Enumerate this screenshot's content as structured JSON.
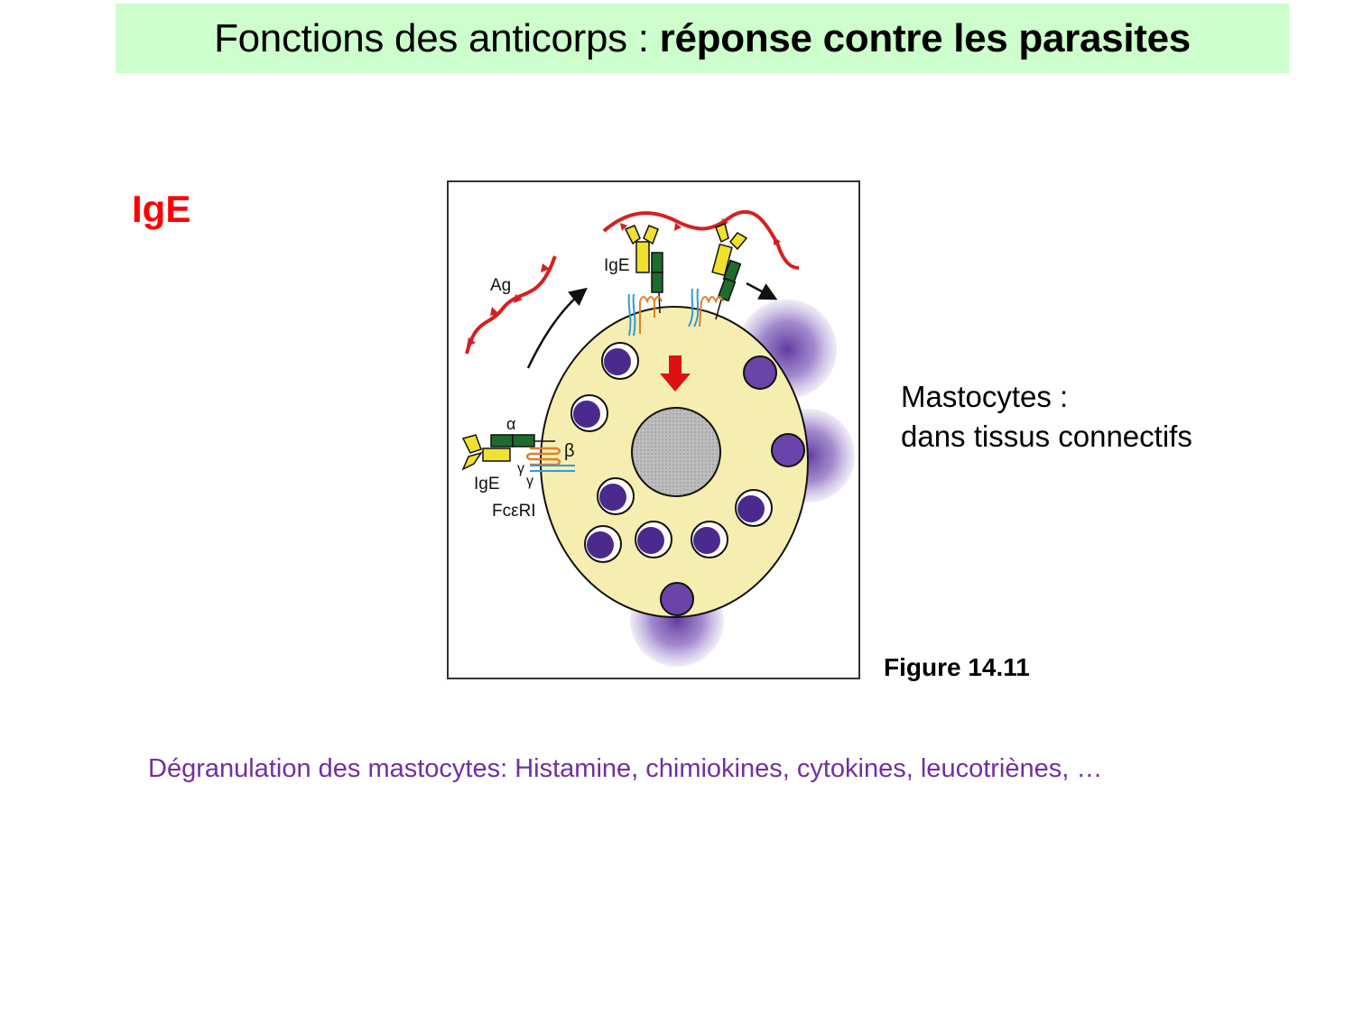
{
  "slide": {
    "title_normal": "Fonctions des anticorps : ",
    "title_bold": "réponse contre les parasites",
    "title_bg_color": "#ccffcc",
    "section_label": "IgE",
    "section_label_color": "#ff0000",
    "side_text_line1": "Mastocytes :",
    "side_text_line2": "dans tissus connectifs",
    "figure_caption": "Figure 14.11",
    "bottom_text": "Dégranulation des mastocytes: Histamine, chimiokines, cytokines, leucotriènes, …",
    "bottom_text_color": "#7030a0"
  },
  "figure": {
    "labels": {
      "antigen": "Ag",
      "ige_top": "IgE",
      "ige_left": "IgE",
      "alpha": "α",
      "beta": "β",
      "gamma1": "γ",
      "gamma2": "γ",
      "receptor": "FcεRI"
    },
    "colors": {
      "cell_cytoplasm": "#f5eeb0",
      "nucleus": "#b8b8b8",
      "granule": "#4a2a8c",
      "ige_heavy": "#f2e030",
      "receptor_alpha": "#1f6b2e",
      "receptor_beta": "#d9822b",
      "receptor_gamma": "#3399dd",
      "antigen": "#d42020",
      "signal_arrow": "#dd1111"
    }
  }
}
